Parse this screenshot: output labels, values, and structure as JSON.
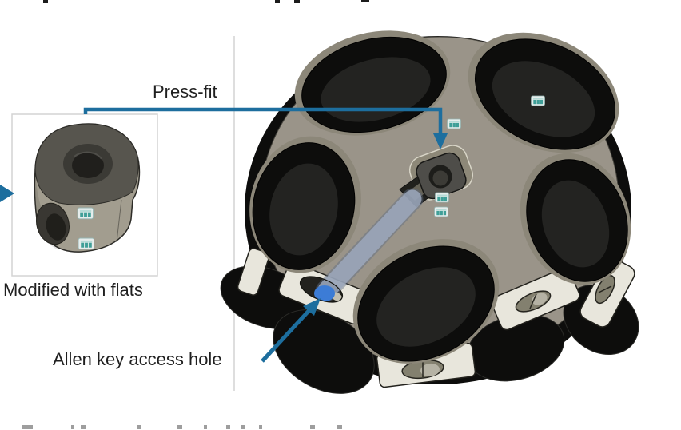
{
  "slide": {
    "annotations": {
      "press_fit": "Press-fit",
      "modified_with_flats": "Modified with flats",
      "allen_key_access_hole": "Allen key access hole"
    },
    "colors": {
      "annotation_blue": "#1d6e9e",
      "divider_gray": "#bdbdbd",
      "plate_tan": "#9a9489",
      "roller_black": "#0d0d0c",
      "rim_ivory": "#e8e6dc",
      "pocket_tan": "#8c8779",
      "hub_gray": "#4e4d49",
      "allen_key_blue": "#3c7cd6",
      "marker_teal": "#3f9f98"
    },
    "depicted": {
      "main": "omni-wheel-cad-render",
      "inset": "press-fit-hub-render",
      "tool": "allen-key"
    }
  }
}
